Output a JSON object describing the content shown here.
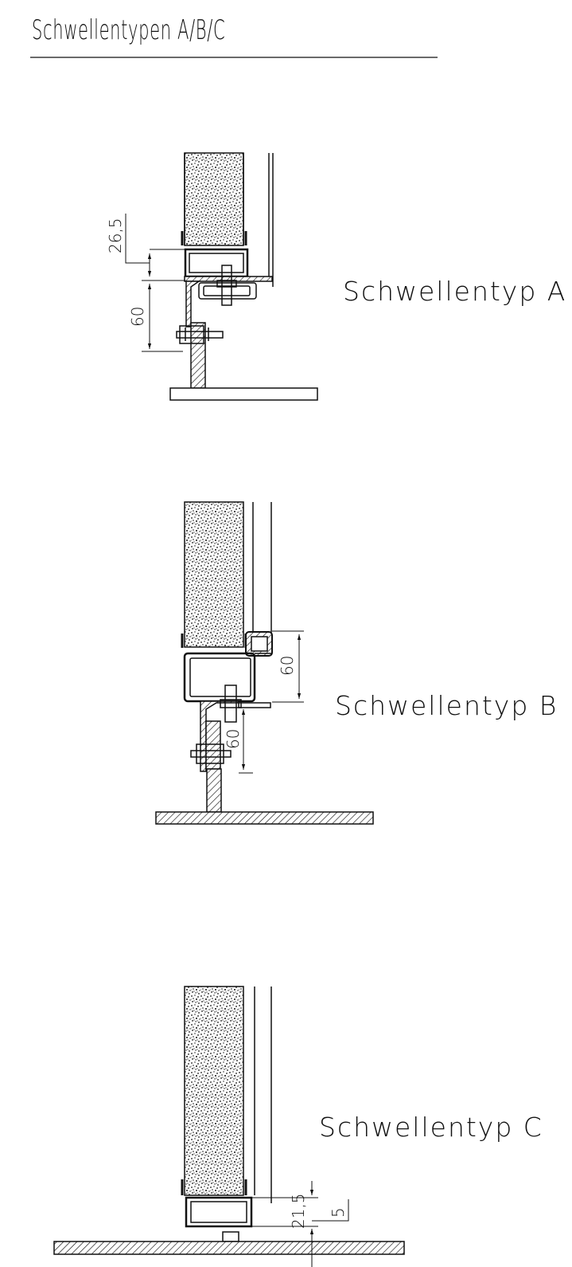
{
  "title": "Schwellentypen A/B/C",
  "sections": {
    "a": {
      "label": "Schwellentyp A",
      "dim_top": "26,5",
      "dim_side": "60"
    },
    "b": {
      "label": "Schwellentyp B",
      "dim_side": "60",
      "dim_bottom": "60"
    },
    "c": {
      "label": "Schwellentyp C",
      "dim_height": "21,5",
      "dim_gap": "5"
    }
  },
  "colors": {
    "line": "#111111",
    "background": "#ffffff"
  }
}
